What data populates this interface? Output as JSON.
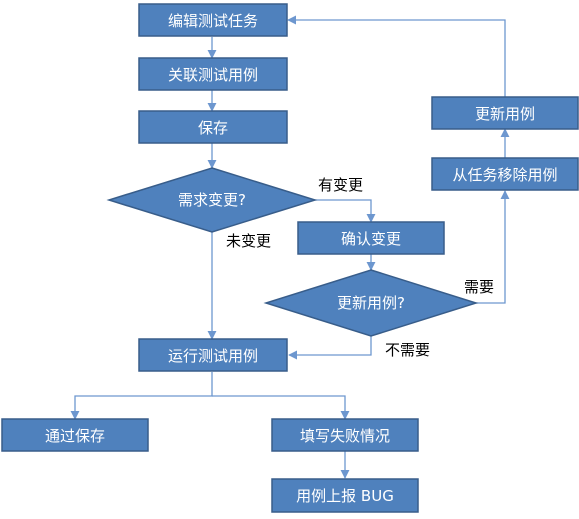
{
  "nodes": {
    "edit_task": "编辑测试任务",
    "link_cases": "关联测试用例",
    "save": "保存",
    "req_changed": "需求变更?",
    "confirm_change": "确认变更",
    "update_cases_q": "更新用例?",
    "update_cases": "更新用例",
    "remove_cases": "从任务移除用例",
    "run_cases": "运行测试用例",
    "pass_save": "通过保存",
    "fill_failure": "填写失败情况",
    "report_bug": "用例上报 BUG"
  },
  "edges": {
    "changed": "有变更",
    "unchanged": "未变更",
    "need": "需要",
    "not_need": "不需要"
  },
  "colors": {
    "node_fill": "#4f81bd",
    "node_border": "#385d8a",
    "edge": "#6d97cf"
  }
}
